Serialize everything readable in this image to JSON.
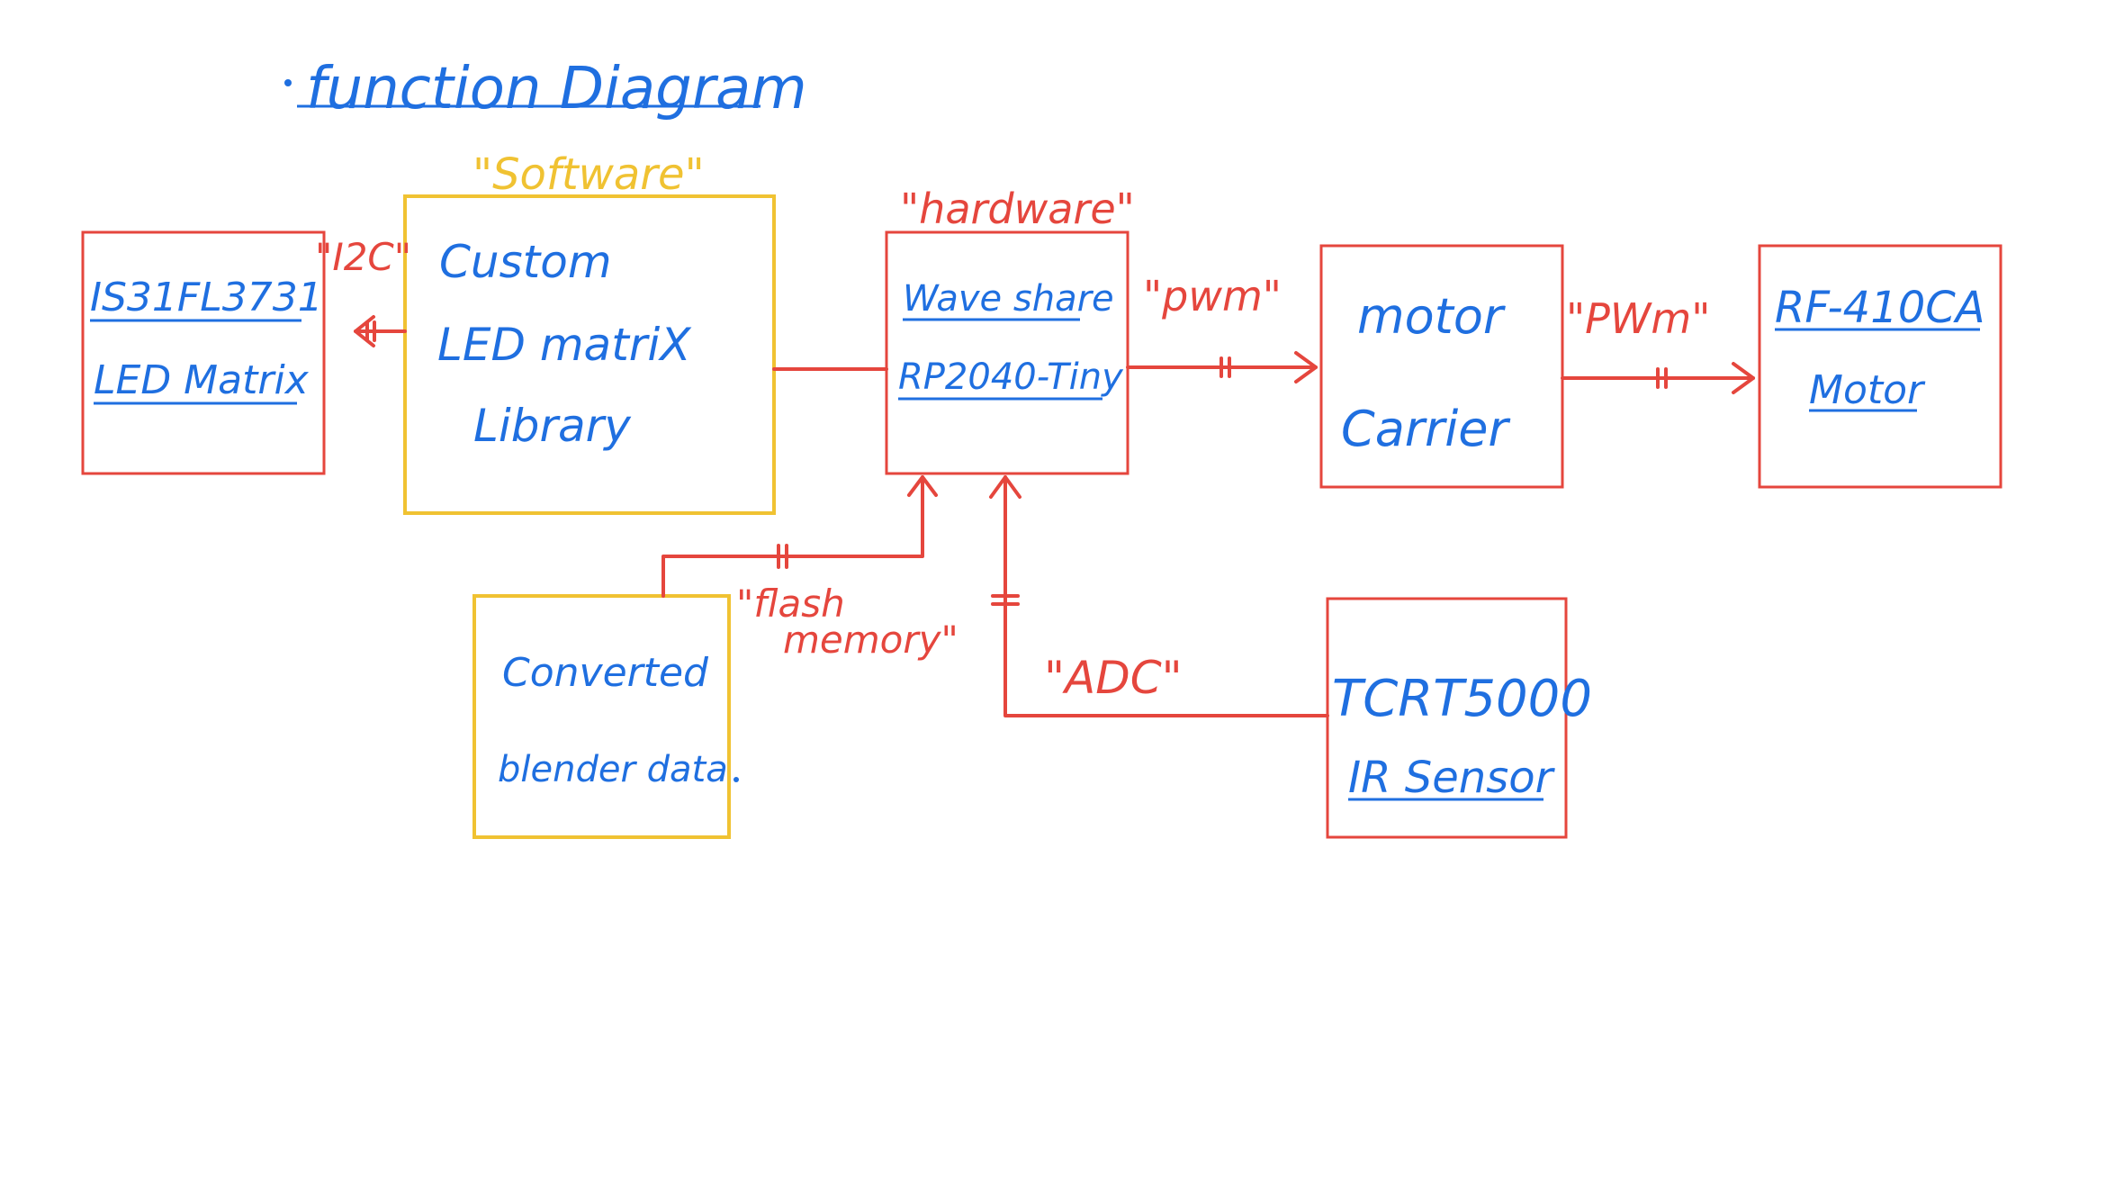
{
  "title": "function Diagram",
  "groups": {
    "software": "\"Software\"",
    "hardware": "\"hardware\""
  },
  "blocks": {
    "led_matrix": [
      "IS31FL3731",
      "LED Matrix"
    ],
    "library": [
      "Custom",
      "LED matriX",
      "Library"
    ],
    "controller": [
      "Wave share",
      "RP2040-Tiny"
    ],
    "motor_carrier": [
      "motor",
      "Carrier"
    ],
    "motor": [
      "RF-410CA",
      "Motor"
    ],
    "blender_data": [
      "Converted",
      "blender data"
    ],
    "ir_sensor": [
      "TCRT5000",
      "IR Sensor"
    ]
  },
  "connections": {
    "i2c": "\"I2C\"",
    "pwm_1": "\"pwm\"",
    "pwm_2": "\"PWm\"",
    "flash_memory": [
      "\"flash",
      "memory\""
    ],
    "adc": "\"ADC\""
  },
  "colors": {
    "text_blue": "#1f6fe0",
    "hardware_red": "#e5463d",
    "software_yellow": "#f0c232",
    "background": "#ffffff"
  }
}
